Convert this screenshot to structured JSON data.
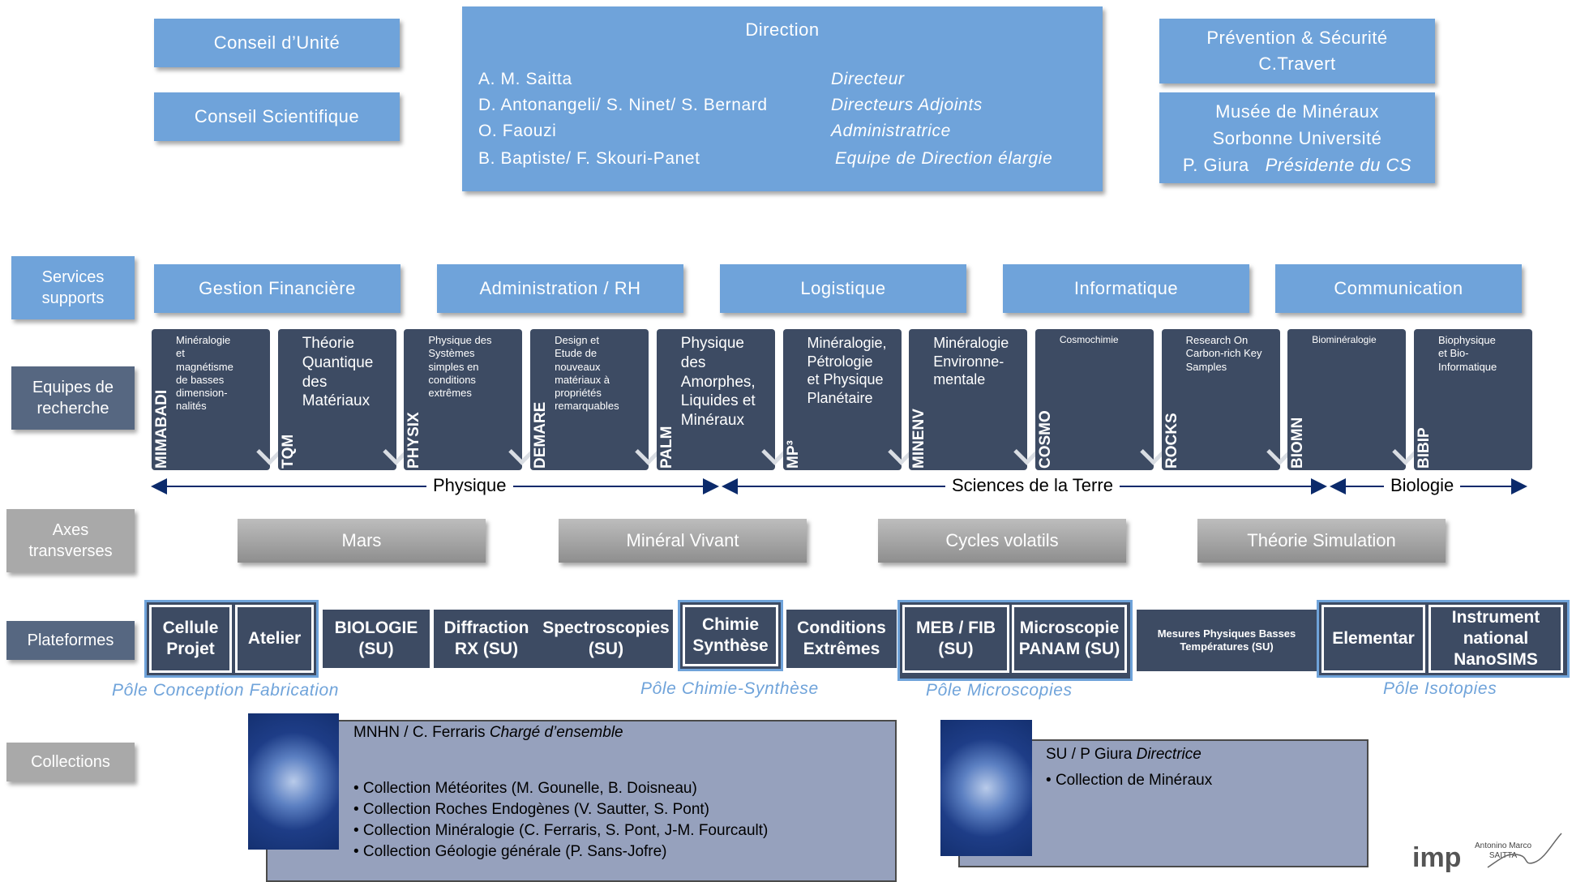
{
  "top_left": {
    "conseil_unite": "Conseil  d’Unité",
    "conseil_scientifique": "Conseil  Scientifique"
  },
  "direction": {
    "title": "Direction",
    "rows": [
      {
        "names": "A.  M.  Saitta",
        "role": "Directeur"
      },
      {
        "names": "D.  Antonangeli/   S.  Ninet/   S.  Bernard",
        "role": "Directeurs  Adjoints"
      },
      {
        "names": "O.  Faouzi",
        "role": "Administratrice"
      },
      {
        "names": "B.  Baptiste/   F.  Skouri-Panet",
        "role": "Equipe  de  Direction  élargie"
      }
    ]
  },
  "top_right": {
    "prevention_line1": "Prévention   &  Sécurité",
    "prevention_line2": "C.Travert",
    "musee_line1": "Musée   de  Minéraux",
    "musee_line2": "Sorbonne   Université",
    "musee_line3_name": "P.  Giura",
    "musee_line3_role": "Présidente   du  CS"
  },
  "side_labels": {
    "services": "Services supports",
    "equipes": "Equipes de recherche",
    "axes": "Axes transverses",
    "plateformes": "Plateformes",
    "collections": "Collections"
  },
  "services": [
    "Gestion  Financière",
    "Administration   / RH",
    "Logistique",
    "Informatique",
    "Communication"
  ],
  "teams": [
    {
      "code": "MIMABADI",
      "desc": "Minéralogie\net\nmagnétisme\nde  basses\ndimension-\nnalités",
      "size": 13
    },
    {
      "code": "TQM",
      "desc": "Théorie\nQuantique\ndes\nMatériaux",
      "size": 19
    },
    {
      "code": "PHYSIX",
      "desc": "Physique    des\nSystèmes\nsimples    en\nconditions\nextrêmes",
      "size": 13
    },
    {
      "code": "DEMARE",
      "desc": "Design   et\nEtude    de\nnouveaux\nmatériaux    à\npropriétés\nremarquables",
      "size": 13
    },
    {
      "code": "PALM",
      "desc": "Physique\ndes\nAmorphes,\nLiquides  et\nMinéraux",
      "size": 19
    },
    {
      "code": "MP³",
      "desc": "Minéralogie,\nPétrologie\net Physique\nPlanétaire",
      "size": 18
    },
    {
      "code": "MINENV",
      "desc": "Minéralogie\nEnvironne-\nmentale",
      "size": 18
    },
    {
      "code": "COSMO",
      "desc": "Cosmochimie",
      "size": 12
    },
    {
      "code": "ROCKS",
      "desc": "Research On\nCarbon-rich Key\nSamples",
      "size": 13
    },
    {
      "code": "BIOMN",
      "desc": "Biominéralogie",
      "size": 12
    },
    {
      "code": "BIBIP",
      "desc": "Biophysique\net  Bio-\nInformatique",
      "size": 13
    }
  ],
  "axes_lines": {
    "physique": "Physique",
    "sciences_terre": "Sciences   de  la  Terre",
    "biologie": "Biologie"
  },
  "axes_transverses": [
    "Mars",
    "Minéral  Vivant",
    "Cycles  volatils",
    "Théorie  Simulation"
  ],
  "plateformes": {
    "cellule": "Cellule\nProjet",
    "atelier": "Atelier",
    "biologie": "BIOLOGIE\n(SU)",
    "diffraction": "Diffraction\nRX (SU)",
    "spectroscopies": "Spectroscopies\n(SU)",
    "chimie": "Chimie\nSynthèse",
    "conditions": "Conditions\nExtrêmes",
    "meb": "MEB  / FIB\n(SU)",
    "microscopie": "Microscopie\nPANAM  (SU)",
    "mesures": "Mesures   Physiques    Basses\nTempératures     (SU)",
    "elementar": "Elementar",
    "instrument": "Instrument\nnational\nNanoSIMS"
  },
  "poles": {
    "conception": "Pôle  Conception   Fabrication",
    "chimie": "Pôle  Chimie-Synthèse",
    "microscopies": "Pôle  Microscopies",
    "isotopies": "Pôle  Isotopies"
  },
  "collections": {
    "mnhn_header": "MNHN / C. Ferraris",
    "mnhn_role": "Chargé d’ensemble",
    "mnhn_items": [
      "Collection Météorites (M. Gounelle, B. Doisneau)",
      "Collection Roches Endogènes (V. Sautter, S. Pont)",
      "Collection Minéralogie (C. Ferraris, S. Pont, J-M. Fourcault)",
      "Collection Géologie générale (P. Sans-Jofre)"
    ],
    "su_header": "SU / P Giura",
    "su_role": "Directrice",
    "su_items": [
      "Collection de Minéraux"
    ]
  },
  "signature": {
    "logo_text": "imp",
    "name": "Antonino Marco SAITTA"
  },
  "colors": {
    "light_blue": "#6fa3da",
    "dark_navy": "#3d4b63",
    "grey": "#a9a9a9",
    "collection_bg": "#96a1bd"
  }
}
